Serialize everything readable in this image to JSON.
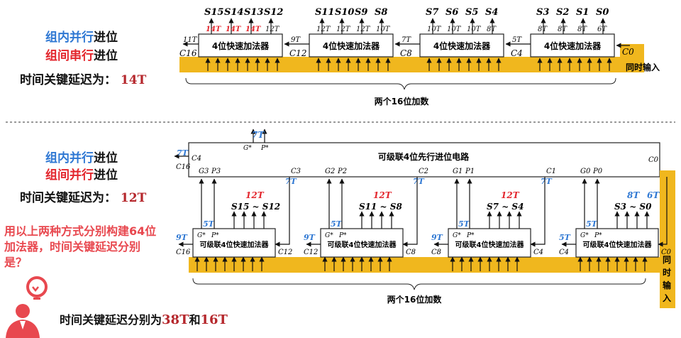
{
  "colors": {
    "bus": "#f0b71e",
    "blue": "#2f78d3",
    "red": "#e3262d",
    "crimson": "#b5272c",
    "accent_pink": "#e8484f"
  },
  "top": {
    "mode_line1_a": "组内并行",
    "mode_line1_b": "进位",
    "mode_line2_a": "组间串行",
    "mode_line2_b": "进位",
    "delay_label": "时间关键延迟为：",
    "delay_value": "14T",
    "adder_label": "4位快速加法器",
    "input_label": "两个16位加数",
    "simul_label": "同时输入",
    "c0": "C0",
    "carries": [
      "C16",
      "C12",
      "C8",
      "C4"
    ],
    "carry_times": [
      "11T",
      "9T",
      "7T",
      "5T"
    ],
    "sums": [
      [
        "S15",
        "S14",
        "S13",
        "S12"
      ],
      [
        "S11",
        "S10",
        "S9",
        "S8"
      ],
      [
        "S7",
        "S6",
        "S5",
        "S4"
      ],
      [
        "S3",
        "S2",
        "S1",
        "S0"
      ]
    ],
    "sum_times": [
      [
        "14T",
        "14T",
        "14T",
        "12T"
      ],
      [
        "12T",
        "12T",
        "12T",
        "10T"
      ],
      [
        "10T",
        "10T",
        "10T",
        "8T"
      ],
      [
        "8T",
        "8T",
        "8T",
        "6T"
      ]
    ]
  },
  "bottom": {
    "mode_line1_a": "组内并行",
    "mode_line1_b": "进位",
    "mode_line2_a": "组间并行",
    "mode_line2_b": "进位",
    "delay_label": "时间关键延迟为：",
    "delay_value": "12T",
    "cla_label": "可级联4位先行进位电路",
    "adder_label": "可级联4位快速加法器",
    "input_label": "两个16位加数",
    "simul_label": [
      "同",
      "时",
      "输",
      "入"
    ],
    "gp_top": [
      "G*",
      "P*"
    ],
    "gp_top_time": "7T",
    "c16_time": "7T",
    "group_gp": [
      [
        "G3",
        "P3"
      ],
      [
        "G2",
        "P2"
      ],
      [
        "G1",
        "P1"
      ],
      [
        "G0",
        "P0"
      ]
    ],
    "group_c": [
      "C3",
      "C2",
      "C1"
    ],
    "group_c_times": [
      "7T",
      "7T",
      "7T"
    ],
    "sum_times": [
      "12T",
      "12T",
      "12T",
      "8T"
    ],
    "sum_times_extra": "6T",
    "sum_ranges": [
      [
        "S15",
        "~",
        "S12"
      ],
      [
        "S11",
        "~",
        "S8"
      ],
      [
        "S7",
        "~",
        "S4"
      ],
      [
        "S3",
        "~",
        "S0"
      ]
    ],
    "adder_c_out": [
      "C16",
      "C12",
      "C8",
      "C4"
    ],
    "adder_c_in": [
      "C12",
      "C8",
      "C4",
      "C0"
    ],
    "adder_c_times": [
      "9T",
      "9T",
      "9T",
      "5T"
    ],
    "gp_times": [
      "5T",
      "5T",
      "5T",
      "5T"
    ]
  },
  "question": "用以上两种方式分别构建64位加法器，时间关键延迟分别是？",
  "answer": {
    "text": "时间关键延迟分别为",
    "v1": "38T",
    "mid": "和",
    "v2": "16T"
  }
}
